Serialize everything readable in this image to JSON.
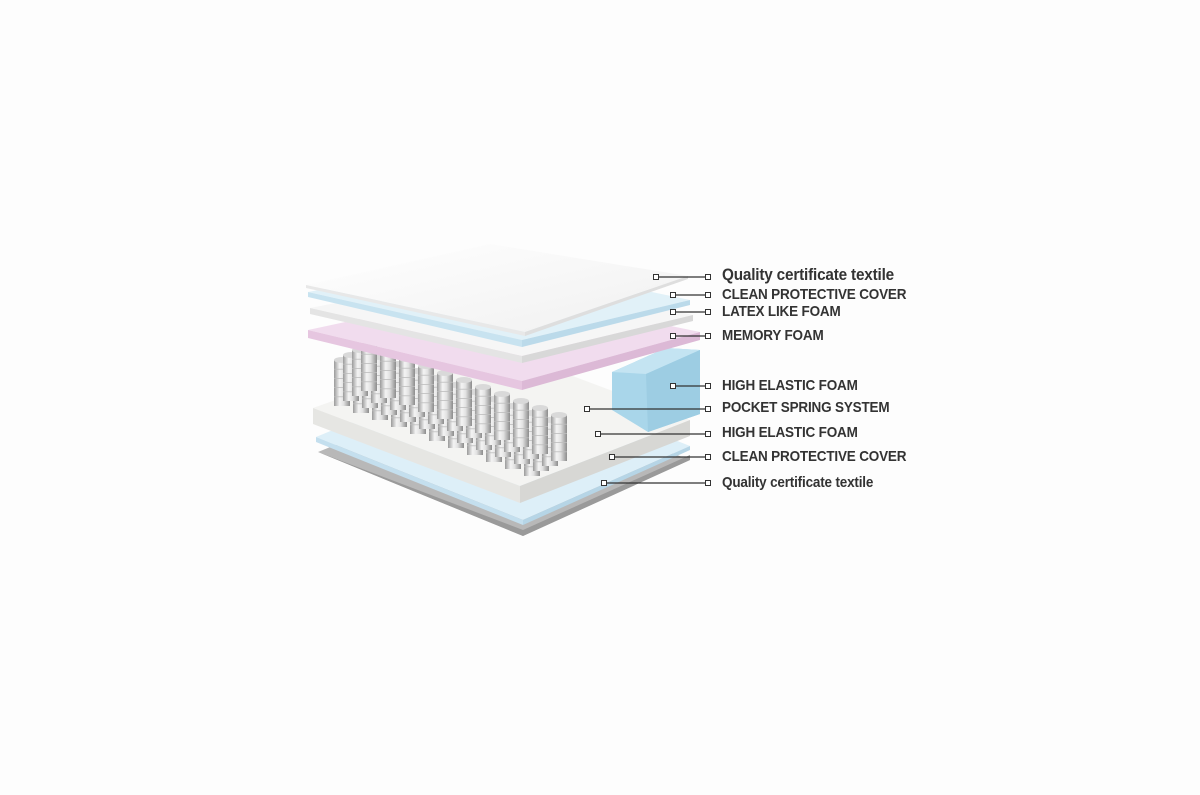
{
  "layers": [
    {
      "id": "top-textile",
      "label": "Quality certificate textile",
      "color": "#ffffff"
    },
    {
      "id": "top-cover",
      "label": "CLEAN PROTECTIVE COVER",
      "color": "#dff0f7"
    },
    {
      "id": "latex-foam",
      "label": "LATEX LIKE FOAM",
      "color": "#f3f3f3"
    },
    {
      "id": "memory-foam",
      "label": "MEMORY FOAM",
      "color": "#f1dbee"
    },
    {
      "id": "side-foam",
      "label": "HIGH ELASTIC FOAM",
      "color": "#a9d6ea"
    },
    {
      "id": "springs",
      "label": "POCKET SPRING SYSTEM",
      "color": "#e6e6e6"
    },
    {
      "id": "base-foam",
      "label": "HIGH ELASTIC FOAM",
      "color": "#f2f2f0"
    },
    {
      "id": "bottom-cover",
      "label": "CLEAN PROTECTIVE COVER",
      "color": "#dceff8"
    },
    {
      "id": "bottom-textile",
      "label": "Quality certificate textile",
      "color": "#b9b9b9"
    }
  ]
}
